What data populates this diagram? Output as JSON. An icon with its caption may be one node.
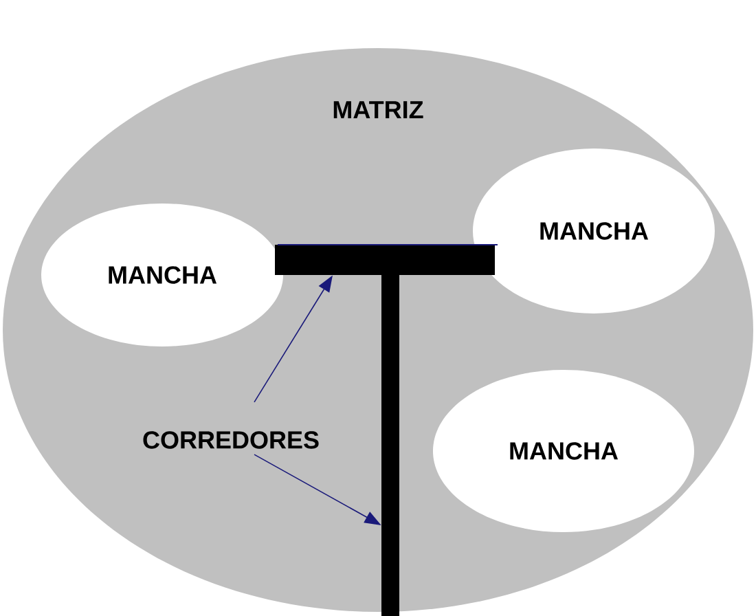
{
  "diagram": {
    "nodes": [
      {
        "text": [
          "MATRIZ"
        ]
      },
      {
        "text": [
          "MANCHA"
        ],
        "in": 0
      },
      {
        "text": [
          "MANCHA"
        ],
        "in": 0
      },
      {
        "text": [
          "MANCHA"
        ],
        "in": 0
      },
      {
        "text": [
          "CORREDORES"
        ],
        "in": 0
      },
      {
        "text": [],
        "shape": "bar",
        "in": 0
      },
      {
        "text": [],
        "shape": "bar",
        "in": 0
      }
    ],
    "edges": [
      {
        "from": 4,
        "to": 5,
        "arrow": "to",
        "color": "#1a1a7a"
      },
      {
        "from": 4,
        "to": 6,
        "arrow": "to",
        "color": "#1a1a7a"
      }
    ]
  }
}
